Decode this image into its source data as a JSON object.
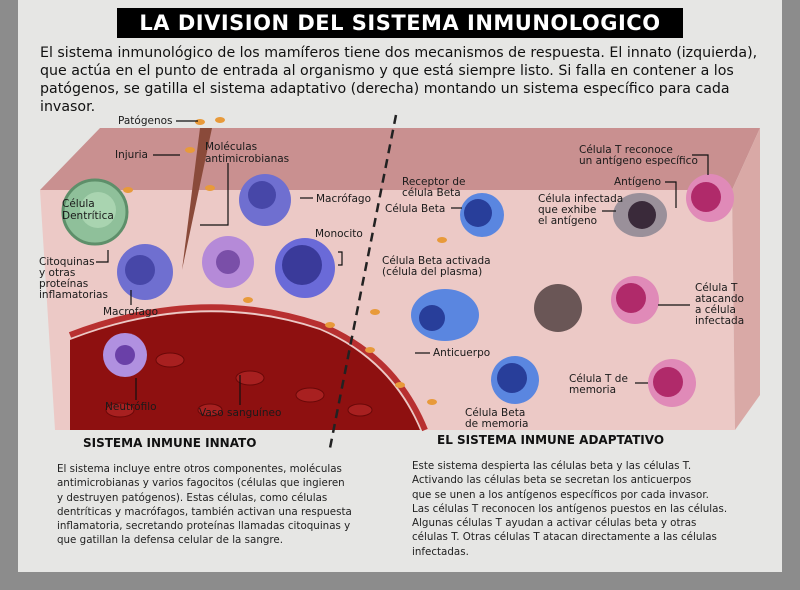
{
  "title": "LA DIVISION DEL SISTEMA INMUNOLOGICO",
  "intro": "El sistema inmunológico de los mamíferos tiene dos mecanismos de respuesta. El innato (izquierda), que actúa en el punto de entrada al organismo y que está siempre listo. Si falla en contener a los patógenos, se gatilla el sistema adaptativo (derecha) montando un sistema específico para cada invasor.",
  "labels": {
    "patogenos": "Patógenos",
    "injuria": "Injuria",
    "moleculas_1": "Moléculas",
    "moleculas_2": "antimicrobianas",
    "celula_dentritica_1": "Célula",
    "celula_dentritica_2": "Dentrítica",
    "macrofago_top": "Macrófago",
    "monocito": "Monocito",
    "citoquinas_1": "Citoquinas",
    "citoquinas_2": "y otras",
    "citoquinas_3": "proteínas",
    "citoquinas_4": "inflamatorias",
    "macrofago_bottom": "Macrofago",
    "neutrofilo": "Neutrófilo",
    "vaso": "Vaso sanguíneo",
    "receptor_1": "Receptor de",
    "receptor_2": "célula Beta",
    "celula_beta": "Célula Beta",
    "beta_activada_1": "Célula Beta activada",
    "beta_activada_2": "(célula del plasma)",
    "anticuerpo": "Anticuerpo",
    "beta_memoria_1": "Célula Beta",
    "beta_memoria_2": "de memoria",
    "t_reconoce_1": "Célula T reconoce",
    "t_reconoce_2": "un antígeno específico",
    "antigeno": "Antígeno",
    "infectada_1": "Célula infectada",
    "infectada_2": "que exhibe",
    "infectada_3": "el antígeno",
    "t_atacando_1": "Célula T",
    "t_atacando_2": "atacando",
    "t_atacando_3": "a célula",
    "t_atacando_4": "infectada",
    "t_memoria_1": "Célula T de",
    "t_memoria_2": "memoria"
  },
  "sections": {
    "innate": {
      "heading": "SISTEMA INMUNE INNATO",
      "lines": [
        "El sistema incluye entre otros componentes, moléculas",
        "antimicrobianas y varios fagocitos (células que ingieren",
        "y destruyen patógenos). Estas células, como células",
        "dentríticas y macrófagos, también activan una respuesta",
        "inflamatoria, secretando proteínas llamadas citoquinas y",
        "que gatillan la defensa celular de la sangre."
      ]
    },
    "adaptive": {
      "heading": "EL SISTEMA INMUNE ADAPTATIVO",
      "lines": [
        "Este sistema despierta las células beta y las células T.",
        "Activando las células beta se secretan los anticuerpos",
        "que se unen a los antígenos específicos por cada invasor.",
        "Las células T reconocen los antígenos puestos en las células.",
        "Algunas células T ayudan a activar células beta y otras",
        "células T. Otras células T atacan directamente a las células",
        "infectadas."
      ]
    }
  },
  "colors": {
    "tissue": "#e8c4c4",
    "tissue_top": "#c98f8f",
    "blood": "#8e1010",
    "b_cell": "#3a5fc8",
    "t_cell": "#c8447e",
    "dendritic": "#7fb08a"
  }
}
